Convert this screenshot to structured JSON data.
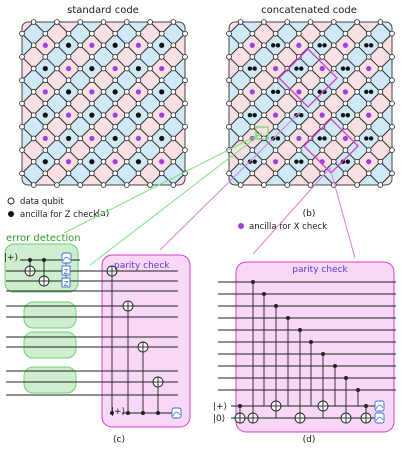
{
  "panels": {
    "a": {
      "title": "standard code",
      "label": "(a)"
    },
    "b": {
      "title": "concatenated code",
      "label": "(b)"
    },
    "c": {
      "label": "(c)"
    },
    "d": {
      "label": "(d)"
    }
  },
  "legend": {
    "data_qubit": "data qubit",
    "ancilla_z": "ancilla for Z check",
    "ancilla_x": "ancilla for X check"
  },
  "boxes": {
    "error_detection": "error detection",
    "parity_check_c": "parity check",
    "parity_check_d": "parity check"
  },
  "kets": {
    "plus": "|+⟩",
    "zero": "|0⟩"
  },
  "gates": {
    "z": "Z"
  },
  "colors": {
    "tile_blue": "#cfe9f6",
    "tile_pink": "#f9e0e2",
    "grid_line": "#2b2b2b",
    "ancilla_x": "#9b3fe0",
    "ancilla_z": "#111111",
    "pink_box": "#f2b8ee",
    "pink_border": "#d63cc8",
    "green_box": "#cfeecf",
    "green_border": "#6bd36b",
    "green_text": "#2e9c2e",
    "purple_text": "#5b39c9",
    "gate_blue": "#3a6bd1"
  }
}
